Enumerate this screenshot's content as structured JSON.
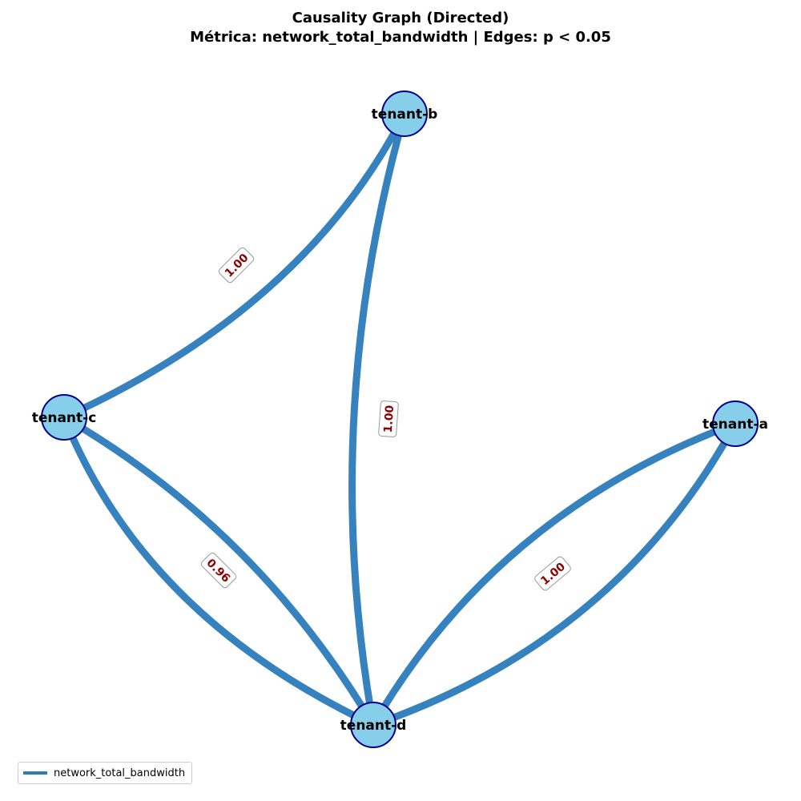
{
  "header": {
    "title": "Causality Graph (Directed)",
    "subtitle": "Métrica: network_total_bandwidth | Edges: p < 0.05"
  },
  "colors": {
    "edge": "#2b7bba",
    "node_fill": "#87ceeb",
    "node_stroke": "#00008b",
    "edge_label_text": "#8b0000"
  },
  "graph": {
    "nodes": [
      {
        "id": "tenant-a",
        "label": "tenant-a"
      },
      {
        "id": "tenant-b",
        "label": "tenant-b"
      },
      {
        "id": "tenant-c",
        "label": "tenant-c"
      },
      {
        "id": "tenant-d",
        "label": "tenant-d"
      }
    ],
    "edges": [
      {
        "from": "tenant-c",
        "to": "tenant-b",
        "label": "1.00"
      },
      {
        "from": "tenant-b",
        "to": "tenant-d",
        "label": "1.00"
      },
      {
        "from": "tenant-c",
        "to": "tenant-d",
        "label": "0.96"
      },
      {
        "from": "tenant-d",
        "to": "tenant-c",
        "label": ""
      },
      {
        "from": "tenant-d",
        "to": "tenant-a",
        "label": "1.00"
      },
      {
        "from": "tenant-a",
        "to": "tenant-d",
        "label": ""
      }
    ]
  },
  "legend": {
    "label": "network_total_bandwidth"
  }
}
